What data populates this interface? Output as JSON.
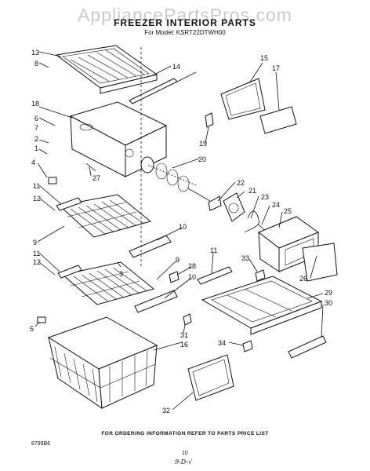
{
  "watermark": "AppliancePartsPros.com",
  "title": "FREEZER INTERIOR PARTS",
  "model_line": "For Model: KSRT22DTWH00",
  "footer": "FOR ORDERING INFORMATION REFER TO PARTS PRICE LIST",
  "doc_code": "8799B6",
  "page_number": "10",
  "signature": "9-D-√",
  "callouts": [
    "13",
    "8",
    "14",
    "15",
    "17",
    "18",
    "6",
    "7",
    "2",
    "1",
    "19",
    "20",
    "4",
    "27",
    "22",
    "21",
    "23",
    "24",
    "25",
    "11",
    "12",
    "10",
    "9",
    "11",
    "12",
    "3",
    "28",
    "9",
    "10",
    "11",
    "33",
    "26",
    "29",
    "30",
    "5",
    "31",
    "16",
    "34",
    "32"
  ]
}
